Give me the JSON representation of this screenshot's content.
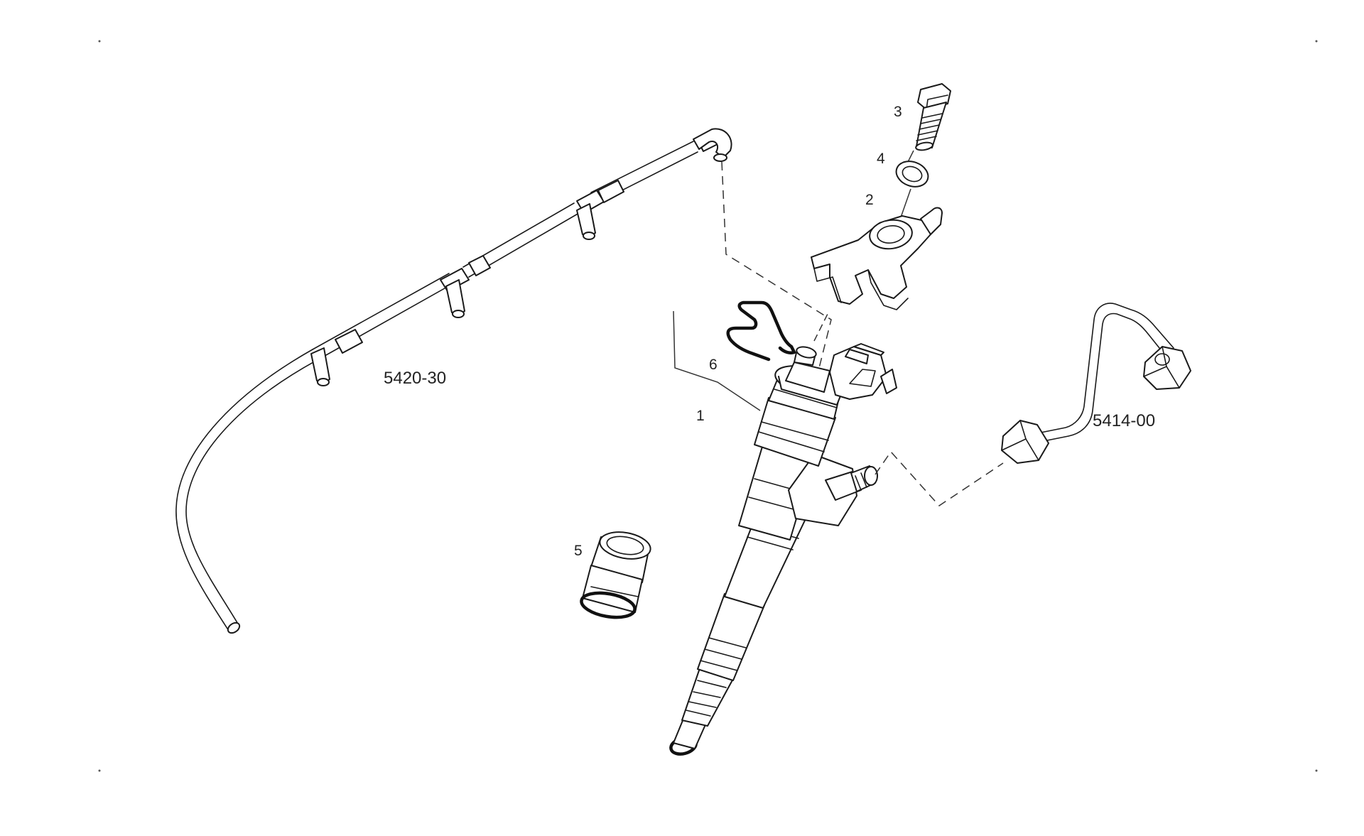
{
  "diagram": {
    "callouts": {
      "injector": "1",
      "bracket": "2",
      "bolt": "3",
      "washer": "4",
      "sleeve": "5",
      "clip": "6"
    },
    "references": {
      "leak_off_line": "5420-30",
      "fuel_pipe": "5414-00"
    }
  }
}
